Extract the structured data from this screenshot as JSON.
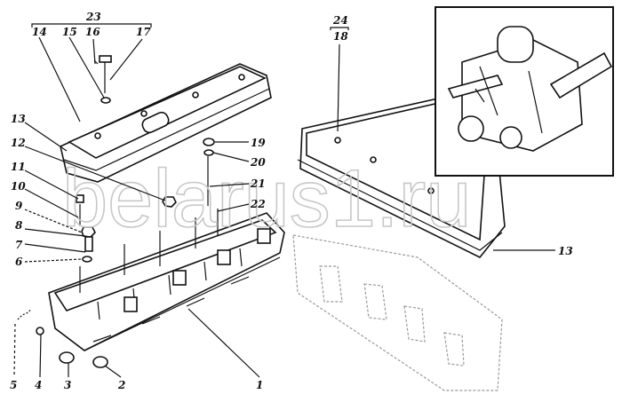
{
  "watermark": "belarus1.ru",
  "callouts": {
    "c23": "23",
    "c14": "14",
    "c15": "15",
    "c16": "16",
    "c17": "17",
    "c13": "13",
    "c12": "12",
    "c11": "11",
    "c10": "10",
    "c9": "9",
    "c8": "8",
    "c7": "7",
    "c6": "6",
    "c19": "19",
    "c20": "20",
    "c21": "21",
    "c22": "22",
    "c24": "24",
    "c18": "18",
    "c13b": "13",
    "c5": "5",
    "c4": "4",
    "c3": "3",
    "c2": "2",
    "c1": "1"
  }
}
